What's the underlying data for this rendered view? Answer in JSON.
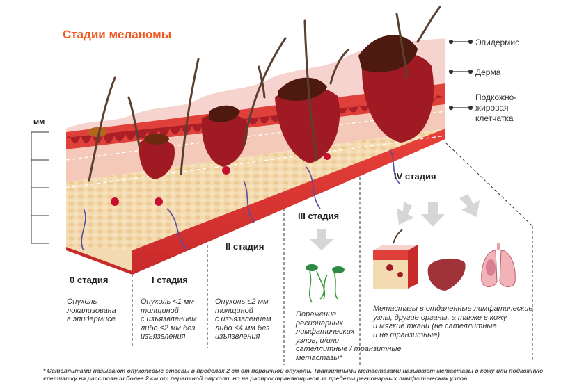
{
  "title": "Стадии меланомы",
  "unit_label": "мм",
  "layers": {
    "epidermis": "Эпидермис",
    "dermis": "Дерма",
    "subcutaneous": [
      "Подкожно-",
      "жировая",
      "клетчатка"
    ]
  },
  "stages": [
    {
      "label": "0 стадия",
      "desc": [
        "Опухоль",
        "локализована",
        "в эпидермисе"
      ]
    },
    {
      "label": "I стадия",
      "desc": [
        "Опухоль <1 мм",
        "толщиной",
        "с изъязвлением",
        "либо ≤2 мм без",
        "изъязвления"
      ]
    },
    {
      "label": "II стадия",
      "desc": [
        "Опухоль ≤2 мм",
        "толщиной",
        "с изъязвлением",
        "либо ≤4 мм без",
        "изъязвления"
      ]
    },
    {
      "label": "III стадия",
      "desc": [
        "Поражение",
        "регионарных",
        "лимфатических",
        "узлов, и/или",
        "сателлитные / транзитные",
        "метастазы*"
      ]
    },
    {
      "label": "IV стадия",
      "desc": [
        "Метастазы в отдаленные лимфатические",
        "узлы, другие органы, а также в кожу",
        "и мягкие ткани (не сателлитные",
        "и не транзитные)"
      ]
    }
  ],
  "footnote": "* Сателлитами называют опухолевые отсевы в пределах 2 см от первичной опухоли. Транзитными метастазами называют метастазы в кожу или подкожную клетчатку на расстоянии более 2 см от первичной опухоли, но не распространяющиеся за пределы регионарных лимфатических узлов.",
  "colors": {
    "title": "#f05a22",
    "tumor": "#a01a24",
    "epidermis": "#f7d3cf",
    "dermis": "#f5c9b9",
    "fat": "#f3dab0",
    "side": "#e23a36"
  },
  "icons": [
    "hair-icon",
    "lymph-node-icon",
    "liver-icon",
    "lungs-icon",
    "skin-block-icon",
    "arrow-down-icon"
  ]
}
